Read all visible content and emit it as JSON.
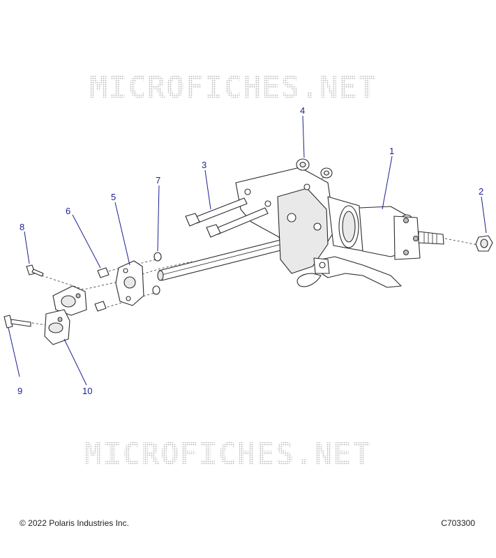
{
  "watermark": {
    "text": "MICROFICHES.NET"
  },
  "callouts": [
    {
      "id": "1",
      "label": "1"
    },
    {
      "id": "2",
      "label": "2"
    },
    {
      "id": "3",
      "label": "3"
    },
    {
      "id": "4",
      "label": "4"
    },
    {
      "id": "5",
      "label": "5"
    },
    {
      "id": "6",
      "label": "6"
    },
    {
      "id": "7",
      "label": "7"
    },
    {
      "id": "8",
      "label": "8"
    },
    {
      "id": "9",
      "label": "9"
    },
    {
      "id": "10",
      "label": "10"
    }
  ],
  "footer": {
    "copyright": "© 2022 Polaris Industries Inc.",
    "figure_code": "C703300"
  },
  "colors": {
    "callout": "#1b1f8f",
    "line": "#2a2a2a",
    "watermark": "#b8b8b8"
  }
}
